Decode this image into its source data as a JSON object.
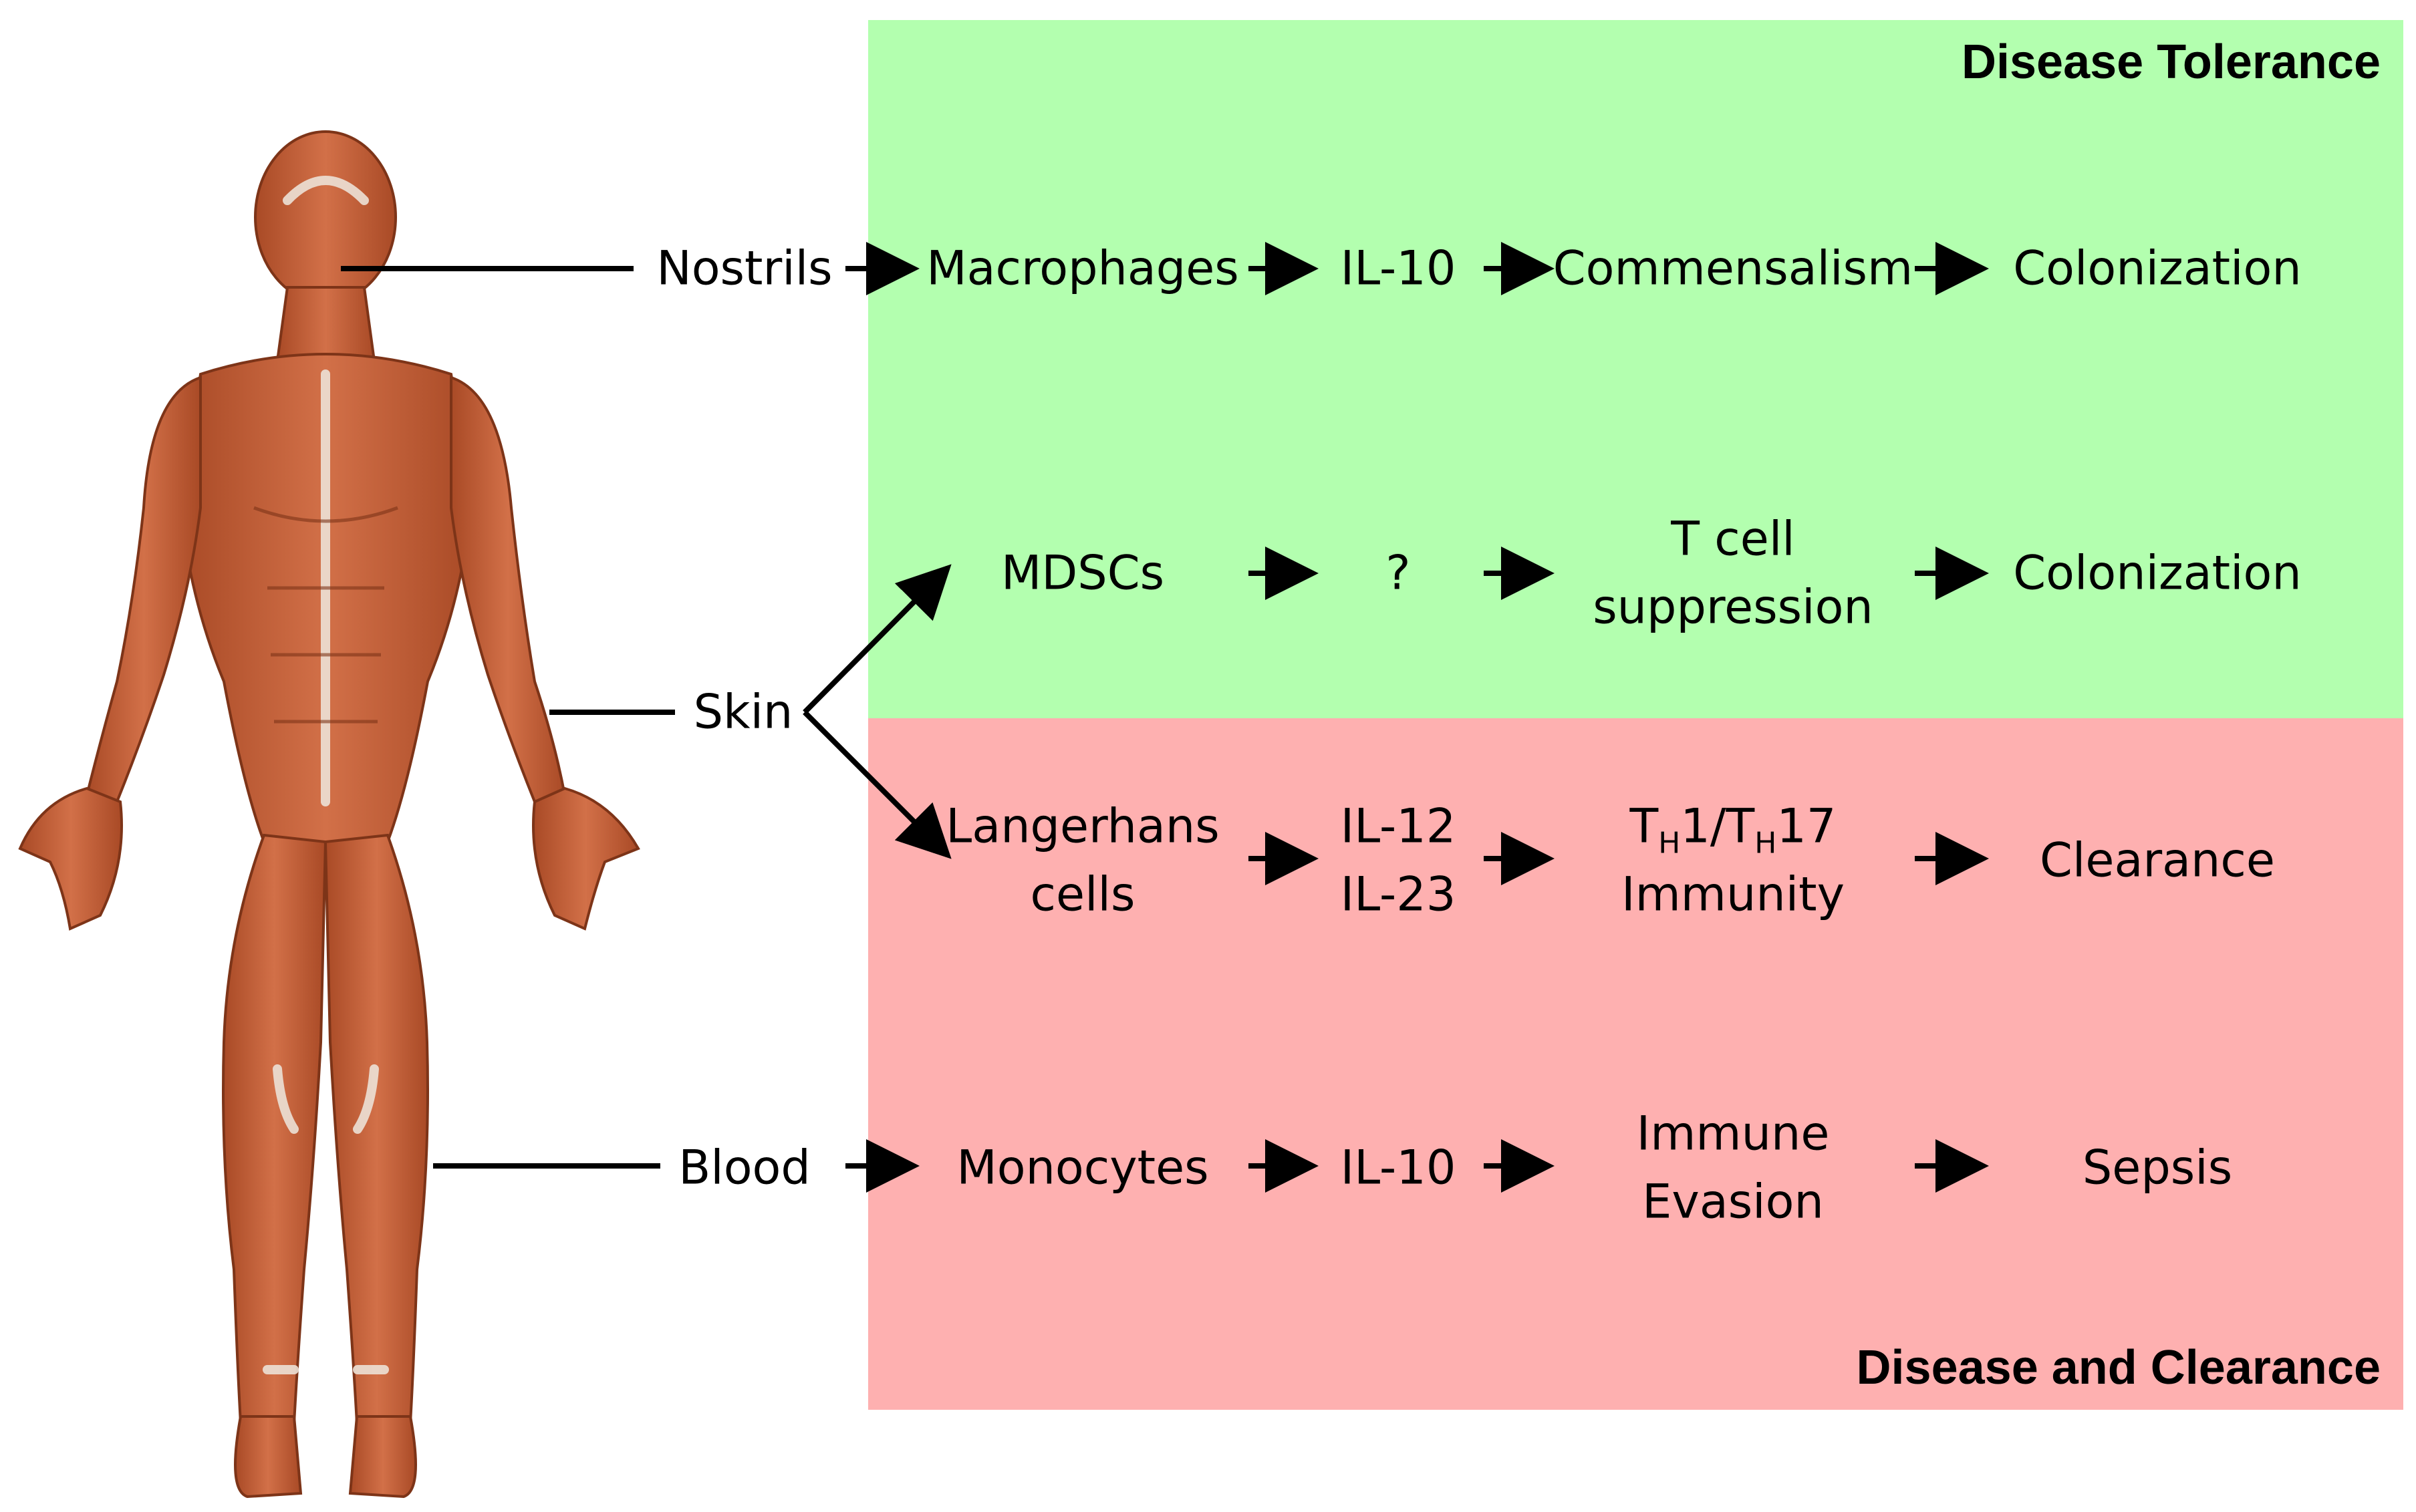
{
  "colors": {
    "tolerance_bg": "#b3ffaf",
    "clearance_bg": "#feb0b0",
    "skin_tone": "#c8623c",
    "tendon": "#ece1d6"
  },
  "zones": {
    "tolerance": {
      "title": "Disease Tolerance"
    },
    "clearance": {
      "title": "Disease and Clearance"
    }
  },
  "icons": {
    "body_figure": "human-muscle-anatomy-figure",
    "arrow": "right-arrow"
  },
  "sites": {
    "nostrils": "Nostrils",
    "skin": "Skin",
    "blood": "Blood"
  },
  "rows": {
    "nostrils": {
      "cell": "Macrophages",
      "mediator": "IL-10",
      "response": "Commensalism",
      "outcome": "Colonization"
    },
    "mdsc": {
      "cell": "MDSCs",
      "mediator": "?",
      "response_line1": "T cell",
      "response_line2": "suppression",
      "outcome": "Colonization"
    },
    "langerhans": {
      "cell_line1": "Langerhans",
      "cell_line2": "cells",
      "mediator_line1": "IL-12",
      "mediator_line2": "IL-23",
      "th_a": "T",
      "th_a_sub": "H",
      "th_b": "1/T",
      "th_b_sub": "H",
      "th_c": "17",
      "response_line2": "Immunity",
      "outcome": "Clearance"
    },
    "blood": {
      "cell": "Monocytes",
      "mediator": "IL-10",
      "response_line1": "Immune",
      "response_line2": "Evasion",
      "outcome": "Sepsis"
    }
  }
}
